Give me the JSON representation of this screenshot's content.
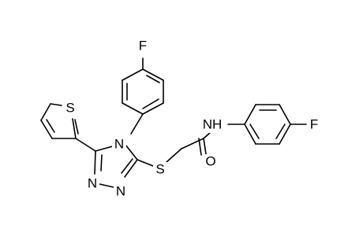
{
  "molecule": {
    "atoms": {
      "f_top": "F",
      "n4": "N",
      "s_thiophene": "S",
      "n_left": "N",
      "n_right": "N",
      "s_thioether": "S",
      "nh_amide": "NH",
      "o_carbonyl": "O",
      "f_right": "F"
    }
  }
}
